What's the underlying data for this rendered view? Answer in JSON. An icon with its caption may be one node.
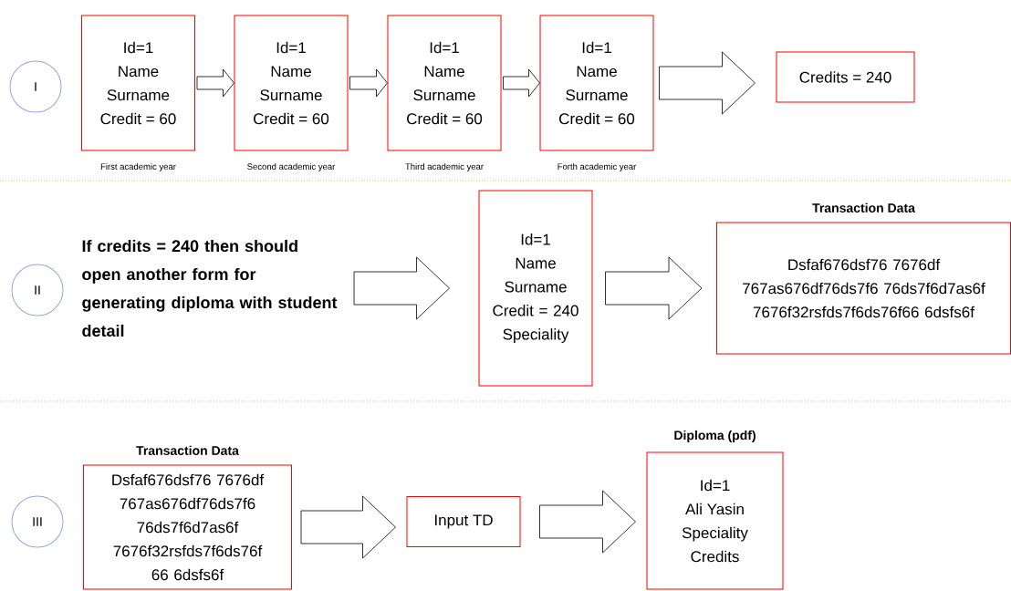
{
  "diagram": {
    "nodes": [
      {
        "text": [
          "I"
        ]
      },
      {
        "text": [
          "Id=1",
          "Name",
          "Surname",
          "Credit = 60"
        ],
        "beside": [
          "First academic year"
        ]
      },
      {
        "text": [
          "Id=1",
          "Name",
          "Surname",
          "Credit = 60"
        ],
        "beside": [
          "Second academic year"
        ]
      },
      {
        "text": [
          "Id=1",
          "Name",
          "Surname",
          "Credit = 60"
        ],
        "beside": [
          "Third academic year"
        ]
      },
      {
        "text": [
          "Id=1",
          "Name",
          "Surname",
          "Credit = 60"
        ],
        "beside": [
          "Forth academic year"
        ]
      },
      {
        "text": [
          "Credits = 240"
        ]
      },
      {
        "text": [
          "II"
        ]
      },
      {
        "text": [
          "If credits = 240 then should open another form for generating diploma with student detail"
        ]
      },
      {
        "text": [
          "Id=1",
          "Name",
          "Surname",
          "Credit = 240",
          "Speciality"
        ]
      },
      {
        "text": [
          "Transaction Data",
          "Dsfaf676dsf76 7676df 767as676df76ds7f6 76ds7f6d7as6f 7676f32rsfds7f6ds76f66 6dsfs6f"
        ]
      },
      {
        "text": [
          "III"
        ]
      },
      {
        "text": [
          "Transaction Data",
          "Dsfaf676dsf76 7676df 767as676df76ds7f6 76ds7f6d7as6f 7676f32rsfds7f6ds76f 66 6dsfs6f"
        ]
      },
      {
        "text": [
          "Input TD"
        ]
      },
      {
        "text": [
          "Diploma (pdf)",
          "Id=1",
          "Ali Yasin",
          "Speciality",
          "Credits"
        ]
      }
    ],
    "edges": [
      {
        "from": 1,
        "to": 2,
        "arrow": "to"
      },
      {
        "from": 2,
        "to": 3,
        "arrow": "to"
      },
      {
        "from": 3,
        "to": 4,
        "arrow": "to"
      },
      {
        "from": 4,
        "to": 5,
        "arrow": "to"
      },
      {
        "from": 7,
        "to": 8,
        "arrow": "to"
      },
      {
        "from": 8,
        "to": 9,
        "arrow": "to"
      },
      {
        "from": 11,
        "to": 12,
        "arrow": "to"
      },
      {
        "from": 12,
        "to": 13,
        "arrow": "to"
      }
    ]
  }
}
